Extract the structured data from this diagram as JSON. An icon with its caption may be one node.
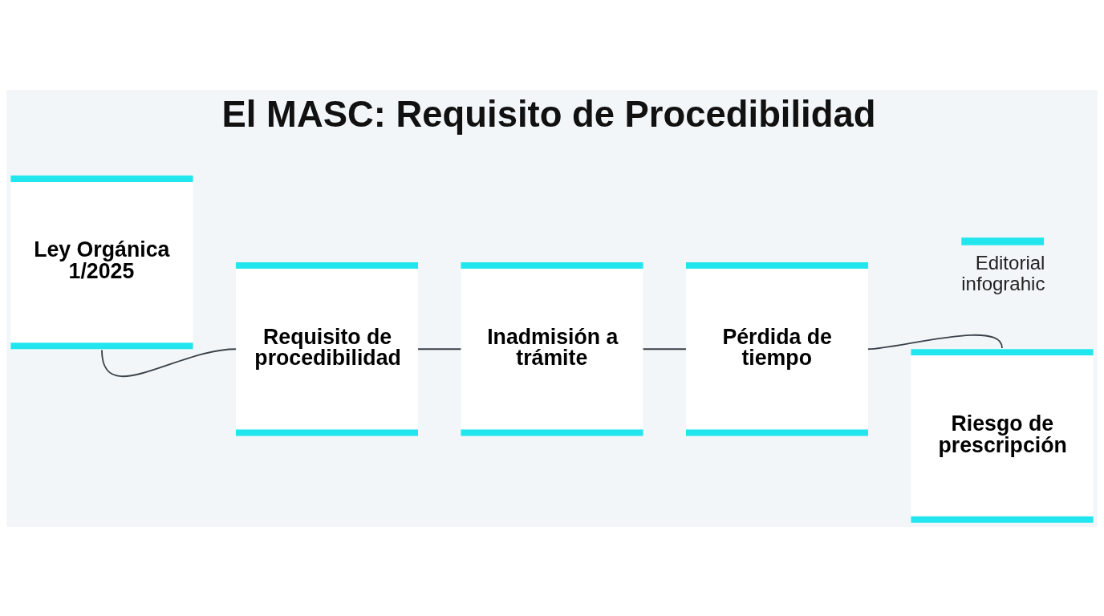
{
  "diagram": {
    "title": "El MASC: Requisito de Procedibilidad",
    "nodes": [
      {
        "text": [
          "Ley Orgánica 1/2025"
        ]
      },
      {
        "text": [
          "Requisito de procedibilidad"
        ]
      },
      {
        "text": [
          "Inadmisión a trámite"
        ]
      },
      {
        "text": [
          "Pérdida de tiempo"
        ]
      },
      {
        "text": [
          "Riesgo de prescripción"
        ]
      }
    ],
    "edges": [
      {
        "from": 0,
        "to": 1,
        "arrow": "none"
      },
      {
        "from": 1,
        "to": 2,
        "arrow": "none"
      },
      {
        "from": 2,
        "to": 3,
        "arrow": "none"
      },
      {
        "from": 3,
        "to": 4,
        "arrow": "none"
      }
    ],
    "labels": [
      "Editorial infograhic"
    ]
  }
}
